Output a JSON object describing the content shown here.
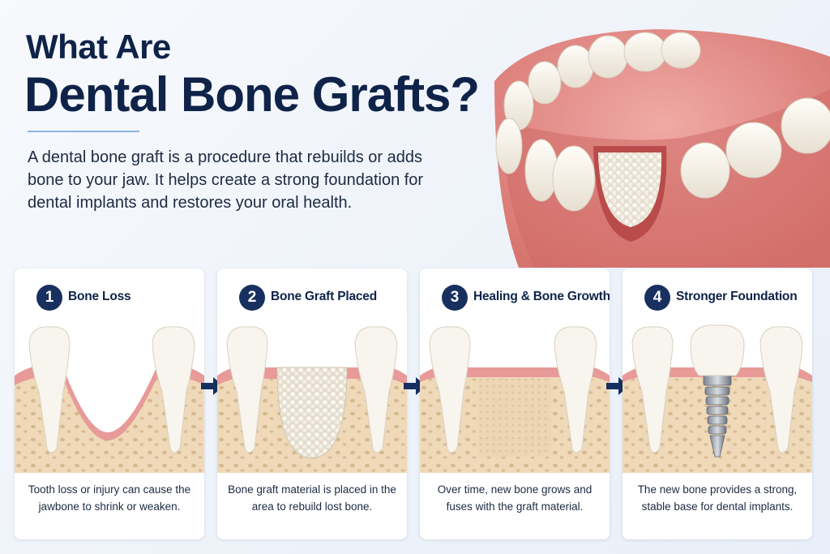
{
  "header": {
    "title_line1": "What Are",
    "title_line2": "Dental Bone Grafts?",
    "intro": "A dental bone graft is a procedure that rebuilds or adds bone to your jaw. It helps create a strong foundation for dental implants and restores your oral health."
  },
  "steps": [
    {
      "number": "1",
      "title": "Bone Loss",
      "description": "Tooth loss or injury can cause the jawbone to shrink or weaken."
    },
    {
      "number": "2",
      "title": "Bone Graft Placed",
      "description": "Bone graft material is placed in the area to rebuild lost bone."
    },
    {
      "number": "3",
      "title": "Healing & Bone Growth",
      "description": "Over time, new bone grows and fuses with the graft material."
    },
    {
      "number": "4",
      "title": "Stronger Foundation",
      "description": "The new bone provides a strong, stable base for dental implants."
    }
  ],
  "colors": {
    "navy": "#0f2349",
    "badge": "#17305f",
    "gum": "#e58e8e",
    "bone": "#ecd3b0",
    "graft": "#f6f2ea",
    "tooth": "#f8f5ee"
  }
}
